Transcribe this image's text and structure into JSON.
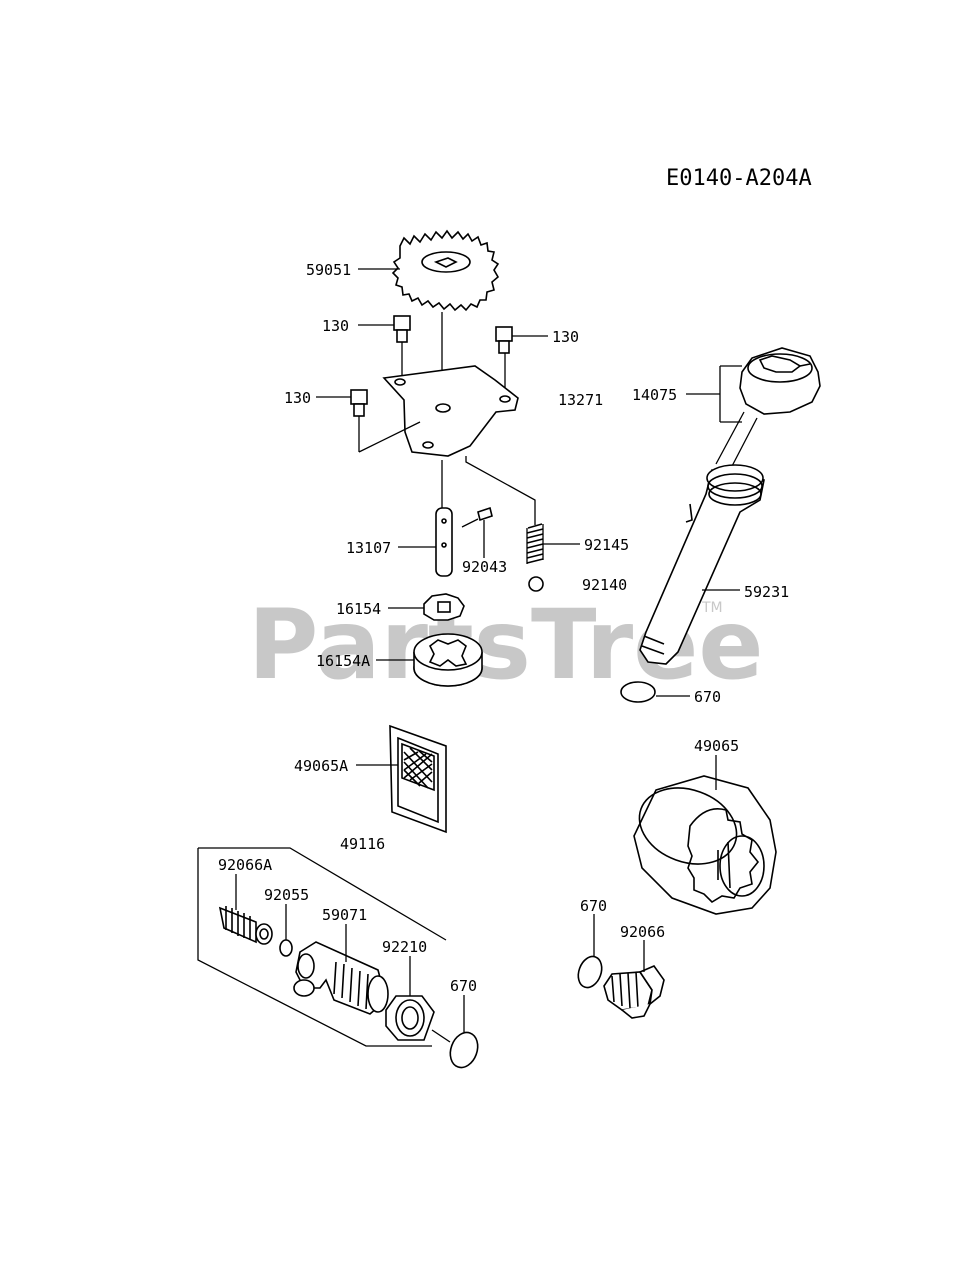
{
  "diagram_code": "E0140-A204A",
  "watermark": "PartsTree",
  "watermark_tm": "TM",
  "labels": {
    "l59051": "59051",
    "l130a": "130",
    "l130b": "130",
    "l130c": "130",
    "l13271": "13271",
    "l14075": "14075",
    "l13107": "13107",
    "l92043": "92043",
    "l92145": "92145",
    "l92140": "92140",
    "l59231": "59231",
    "l16154": "16154",
    "l16154A": "16154A",
    "l670a": "670",
    "l49065A": "49065A",
    "l49065": "49065",
    "l49116": "49116",
    "l92066A": "92066A",
    "l92055": "92055",
    "l59071": "59071",
    "l92210": "92210",
    "l670b": "670",
    "l670c": "670",
    "l92066": "92066"
  }
}
